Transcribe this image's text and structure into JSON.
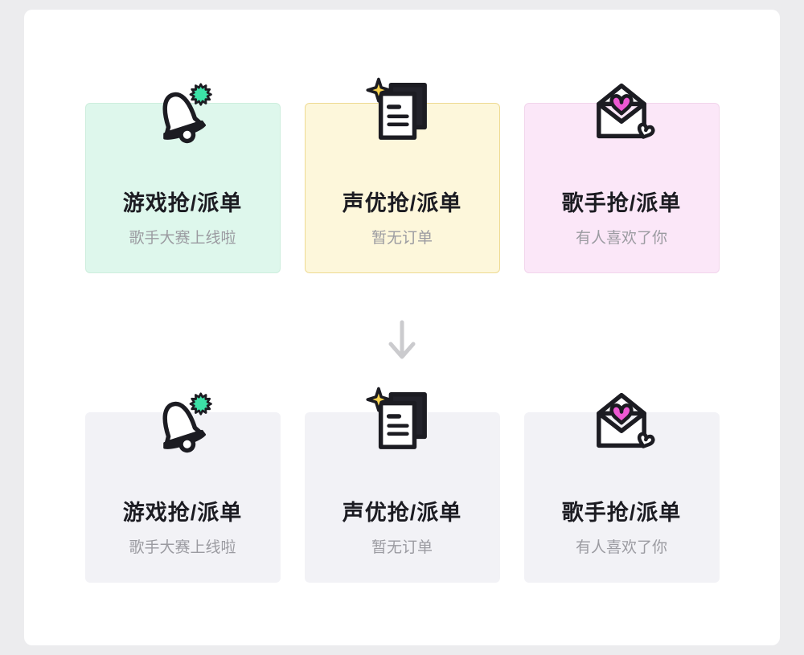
{
  "colors": {
    "page_bg": "#ececee",
    "panel_bg": "#ffffff",
    "ink": "#1c1c22",
    "badge_green": "#3ce1a7",
    "star_yellow": "#f9d34e",
    "heart_pink": "#ee58d3",
    "arrow_gray": "#cbcbce",
    "title_text": "#1c1c22",
    "subtitle_text": "#9b9ba1"
  },
  "rows": [
    {
      "name": "colored",
      "cards": [
        {
          "icon": "bell-badge",
          "title": "游戏抢/派单",
          "subtitle": "歌手大赛上线啦",
          "background": "#def7ec",
          "border": "#cdeedd"
        },
        {
          "icon": "documents-star",
          "title": "声优抢/派单",
          "subtitle": "暂无订单",
          "background": "#fdf7db",
          "border": "#eeda92"
        },
        {
          "icon": "envelope-heart",
          "title": "歌手抢/派单",
          "subtitle": "有人喜欢了你",
          "background": "#fbe7f8",
          "border": "#f2d5ec"
        }
      ]
    },
    {
      "name": "muted",
      "cards": [
        {
          "icon": "bell-badge",
          "title": "游戏抢/派单",
          "subtitle": "歌手大赛上线啦",
          "background": "#f2f2f6",
          "border": "transparent"
        },
        {
          "icon": "documents-star",
          "title": "声优抢/派单",
          "subtitle": "暂无订单",
          "background": "#f2f2f6",
          "border": "transparent"
        },
        {
          "icon": "envelope-heart",
          "title": "歌手抢/派单",
          "subtitle": "有人喜欢了你",
          "background": "#f2f2f6",
          "border": "transparent"
        }
      ]
    }
  ]
}
